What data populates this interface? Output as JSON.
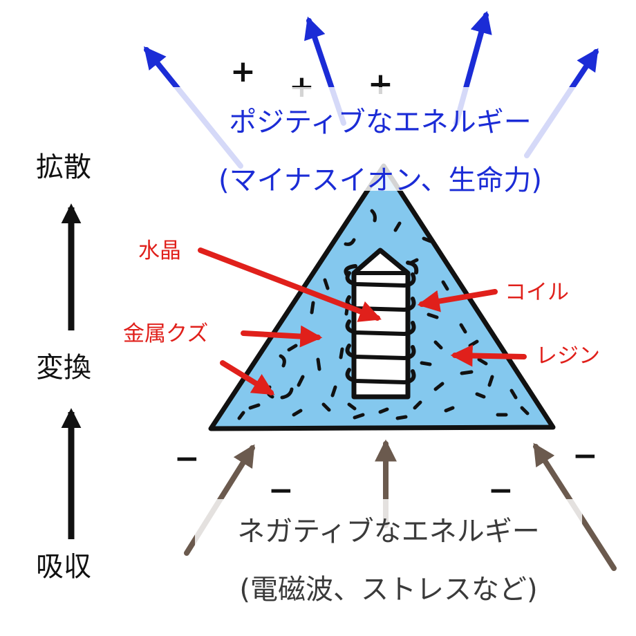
{
  "side_labels": {
    "top": "拡散",
    "middle": "変換",
    "bottom": "吸収"
  },
  "positive_box": {
    "line1": "ポジティブなエネルギー",
    "line2": "(マイナスイオン、生命力)"
  },
  "negative_box": {
    "line1": "ネガティブなエネルギー",
    "line2": "(電磁波、ストレスなど)"
  },
  "part_labels": {
    "crystal": "水晶",
    "metal_scrap": "金属クズ",
    "coil": "コイル",
    "resin": "レジン"
  },
  "signs": {
    "plus": "+",
    "minus": "−"
  },
  "colors": {
    "positive": "#1b2cd6",
    "negative": "#6b5a4e",
    "pointer": "#e0201b",
    "pyramid_fill": "#84c8ee",
    "outline": "#111111"
  }
}
